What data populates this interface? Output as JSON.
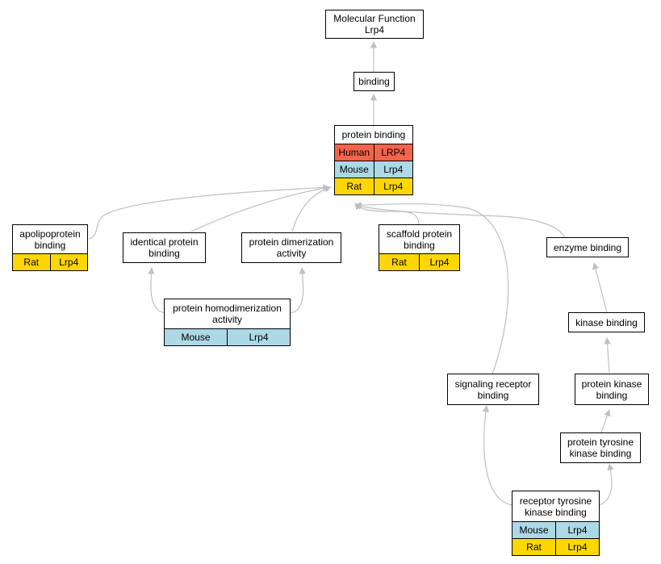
{
  "colors": {
    "edge": "#c0c0c0",
    "human": "#f4634b",
    "mouse": "#add8e6",
    "rat": "#ffd700"
  },
  "nodes": {
    "molecular_function": {
      "label": "Molecular Function\nLrp4"
    },
    "binding": {
      "label": "binding"
    },
    "protein_binding": {
      "label": "protein binding",
      "rows": [
        {
          "species": "Human",
          "gene": "LRP4"
        },
        {
          "species": "Mouse",
          "gene": "Lrp4"
        },
        {
          "species": "Rat",
          "gene": "Lrp4"
        }
      ]
    },
    "apolipoprotein_binding": {
      "label": "apolipoprotein\nbinding",
      "rows": [
        {
          "species": "Rat",
          "gene": "Lrp4"
        }
      ]
    },
    "identical_protein_binding": {
      "label": "identical protein\nbinding"
    },
    "protein_dimerization_activity": {
      "label": "protein dimerization\nactivity"
    },
    "scaffold_protein_binding": {
      "label": "scaffold protein\nbinding",
      "rows": [
        {
          "species": "Rat",
          "gene": "Lrp4"
        }
      ]
    },
    "enzyme_binding": {
      "label": "enzyme binding"
    },
    "protein_homodimerization_activity": {
      "label": "protein homodimerization\nactivity",
      "rows": [
        {
          "species": "Mouse",
          "gene": "Lrp4"
        }
      ]
    },
    "kinase_binding": {
      "label": "kinase binding"
    },
    "signaling_receptor_binding": {
      "label": "signaling receptor\nbinding"
    },
    "protein_kinase_binding": {
      "label": "protein kinase\nbinding"
    },
    "protein_tyrosine_kinase_binding": {
      "label": "protein tyrosine\nkinase binding"
    },
    "receptor_tyrosine_kinase_binding": {
      "label": "receptor tyrosine\nkinase binding",
      "rows": [
        {
          "species": "Mouse",
          "gene": "Lrp4"
        },
        {
          "species": "Rat",
          "gene": "Lrp4"
        }
      ]
    }
  }
}
